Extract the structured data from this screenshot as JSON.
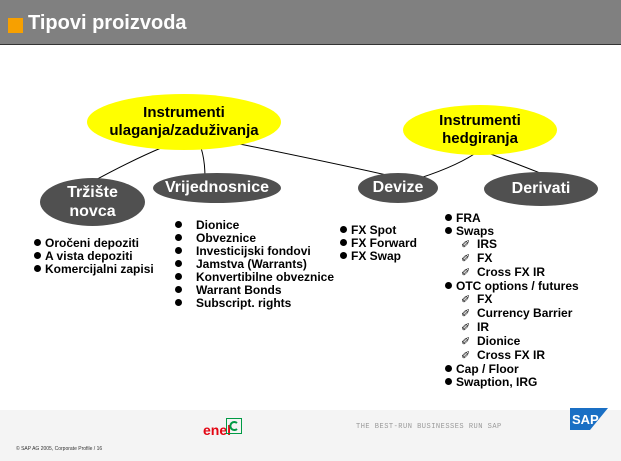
{
  "title": "Tipovi proizvoda",
  "nodes": {
    "instrumenti_ulaganja": "Instrumenti ulaganja/zaduživanja",
    "instrumenti_hedgiranja": "Instrumenti hedgiranja",
    "trziste_novca": "Tržište novca",
    "vrijednosnice": "Vrijednosnice",
    "devize": "Devize",
    "derivati": "Derivati"
  },
  "lists": {
    "trziste_novca": [
      "Oročeni depoziti",
      "A vista depoziti",
      "Komercijalni zapisi"
    ],
    "vrijednosnice": [
      "Dionice",
      "Obveznice",
      "Investicijski fondovi",
      "Jamstva (Warrants)",
      "Konvertibilne obveznice",
      "Warrant Bonds",
      "Subscript. rights"
    ],
    "devize": [
      "FX Spot",
      "FX Forward",
      "FX Swap"
    ],
    "derivati": {
      "fra": "FRA",
      "swaps": "Swaps",
      "swaps_sub": [
        "IRS",
        "FX",
        "Cross FX IR"
      ],
      "otc": "OTC options / futures",
      "otc_sub": [
        "FX",
        "Currency Barrier",
        "IR",
        "Dionice",
        "Cross FX IR"
      ],
      "cap_floor": "Cap / Floor",
      "swaption": "Swaption, IRG"
    }
  },
  "footer": {
    "copyright": "© SAP AG 2005, Corporate Profile / 16",
    "partner_logo": "enel",
    "company_logo": "SAP",
    "tagline": "THE BEST-RUN BUSINESSES RUN SAP"
  },
  "colors": {
    "title_bar": "#808080",
    "title_accent": "#f7a000",
    "parent_oval": "#ffff00",
    "child_oval": "#505050",
    "enel_red": "#e30613",
    "sap_blue": "#1a6fc4"
  }
}
